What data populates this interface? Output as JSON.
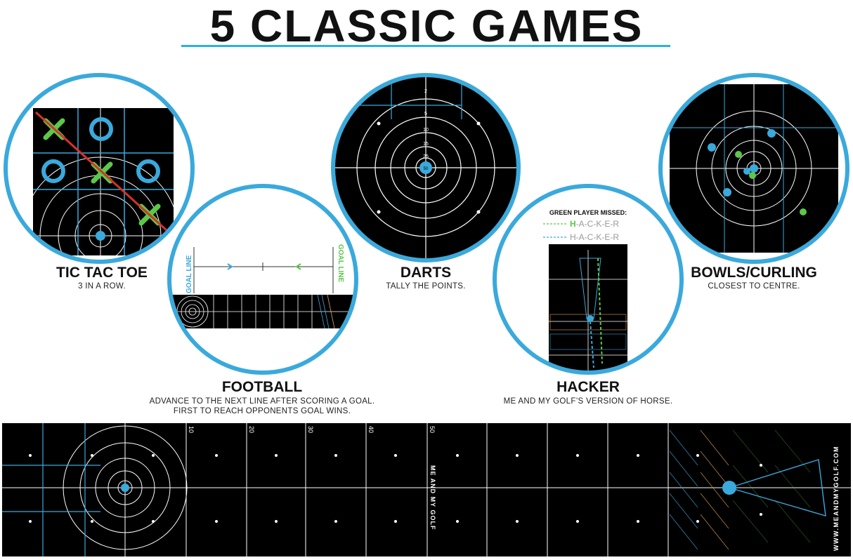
{
  "header": {
    "title": "5 CLASSIC GAMES"
  },
  "games": {
    "tic_tac_toe": {
      "name": "TIC TAC TOE",
      "desc": "3 IN A ROW."
    },
    "football": {
      "name": "FOOTBALL",
      "desc1": "ADVANCE TO THE NEXT LINE AFTER SCORING A GOAL.",
      "desc2": "FIRST TO REACH OPPONENTS GOAL WINS.",
      "goal_left": "GOAL LINE",
      "goal_right": "GOAL LINE"
    },
    "darts": {
      "name": "DARTS",
      "desc": "TALLY THE POINTS."
    },
    "hacker": {
      "name": "HACKER",
      "desc": "ME AND MY GOLF’S VERSION OF HORSE.",
      "missed_title": "GREEN PLAYER MISSED:",
      "green_h": "H",
      "green_rest": "-A-C-K-E-R",
      "blue_word": "H-A-C-K-E-R",
      "url": "WWW.MEANDMYGOLF.COM"
    },
    "bowls": {
      "name": "BOWLS/CURLING",
      "desc": "CLOSEST TO CENTRE."
    }
  },
  "target_scores": {
    "r2": "2",
    "r5": "5",
    "r10": "10",
    "r15": "15",
    "r25": "25",
    "bull": "50"
  },
  "mat": {
    "distances": [
      "10",
      "20",
      "30",
      "40",
      "50"
    ],
    "brand": "ME AND MY GOLF",
    "url": "WWW.MEANDMYGOLF.COM"
  },
  "colors": {
    "accent": "#3aa9dc",
    "green": "#5cc84a",
    "red": "#d8312a",
    "orange": "#e6a15a",
    "mat": "#000000"
  }
}
